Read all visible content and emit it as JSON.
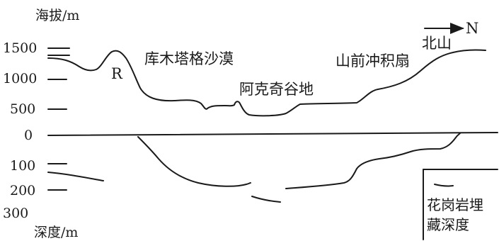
{
  "axes": {
    "elevation_title": "海拔/m",
    "depth_title": "深度/m",
    "elevation_ticks": [
      "1500",
      "1000",
      "500",
      "0"
    ],
    "depth_ticks": [
      "100",
      "200",
      "300"
    ]
  },
  "places": {
    "r_mark": "R",
    "kumtag_desert": "库木塔格沙漠",
    "agi_valley": "阿克奇谷地",
    "piedmont_fan": "山前冲积扇",
    "north_mountain": "北山"
  },
  "direction": {
    "label": "N"
  },
  "legend": {
    "line1": "花岗岩埋",
    "line2": "藏深度"
  }
}
